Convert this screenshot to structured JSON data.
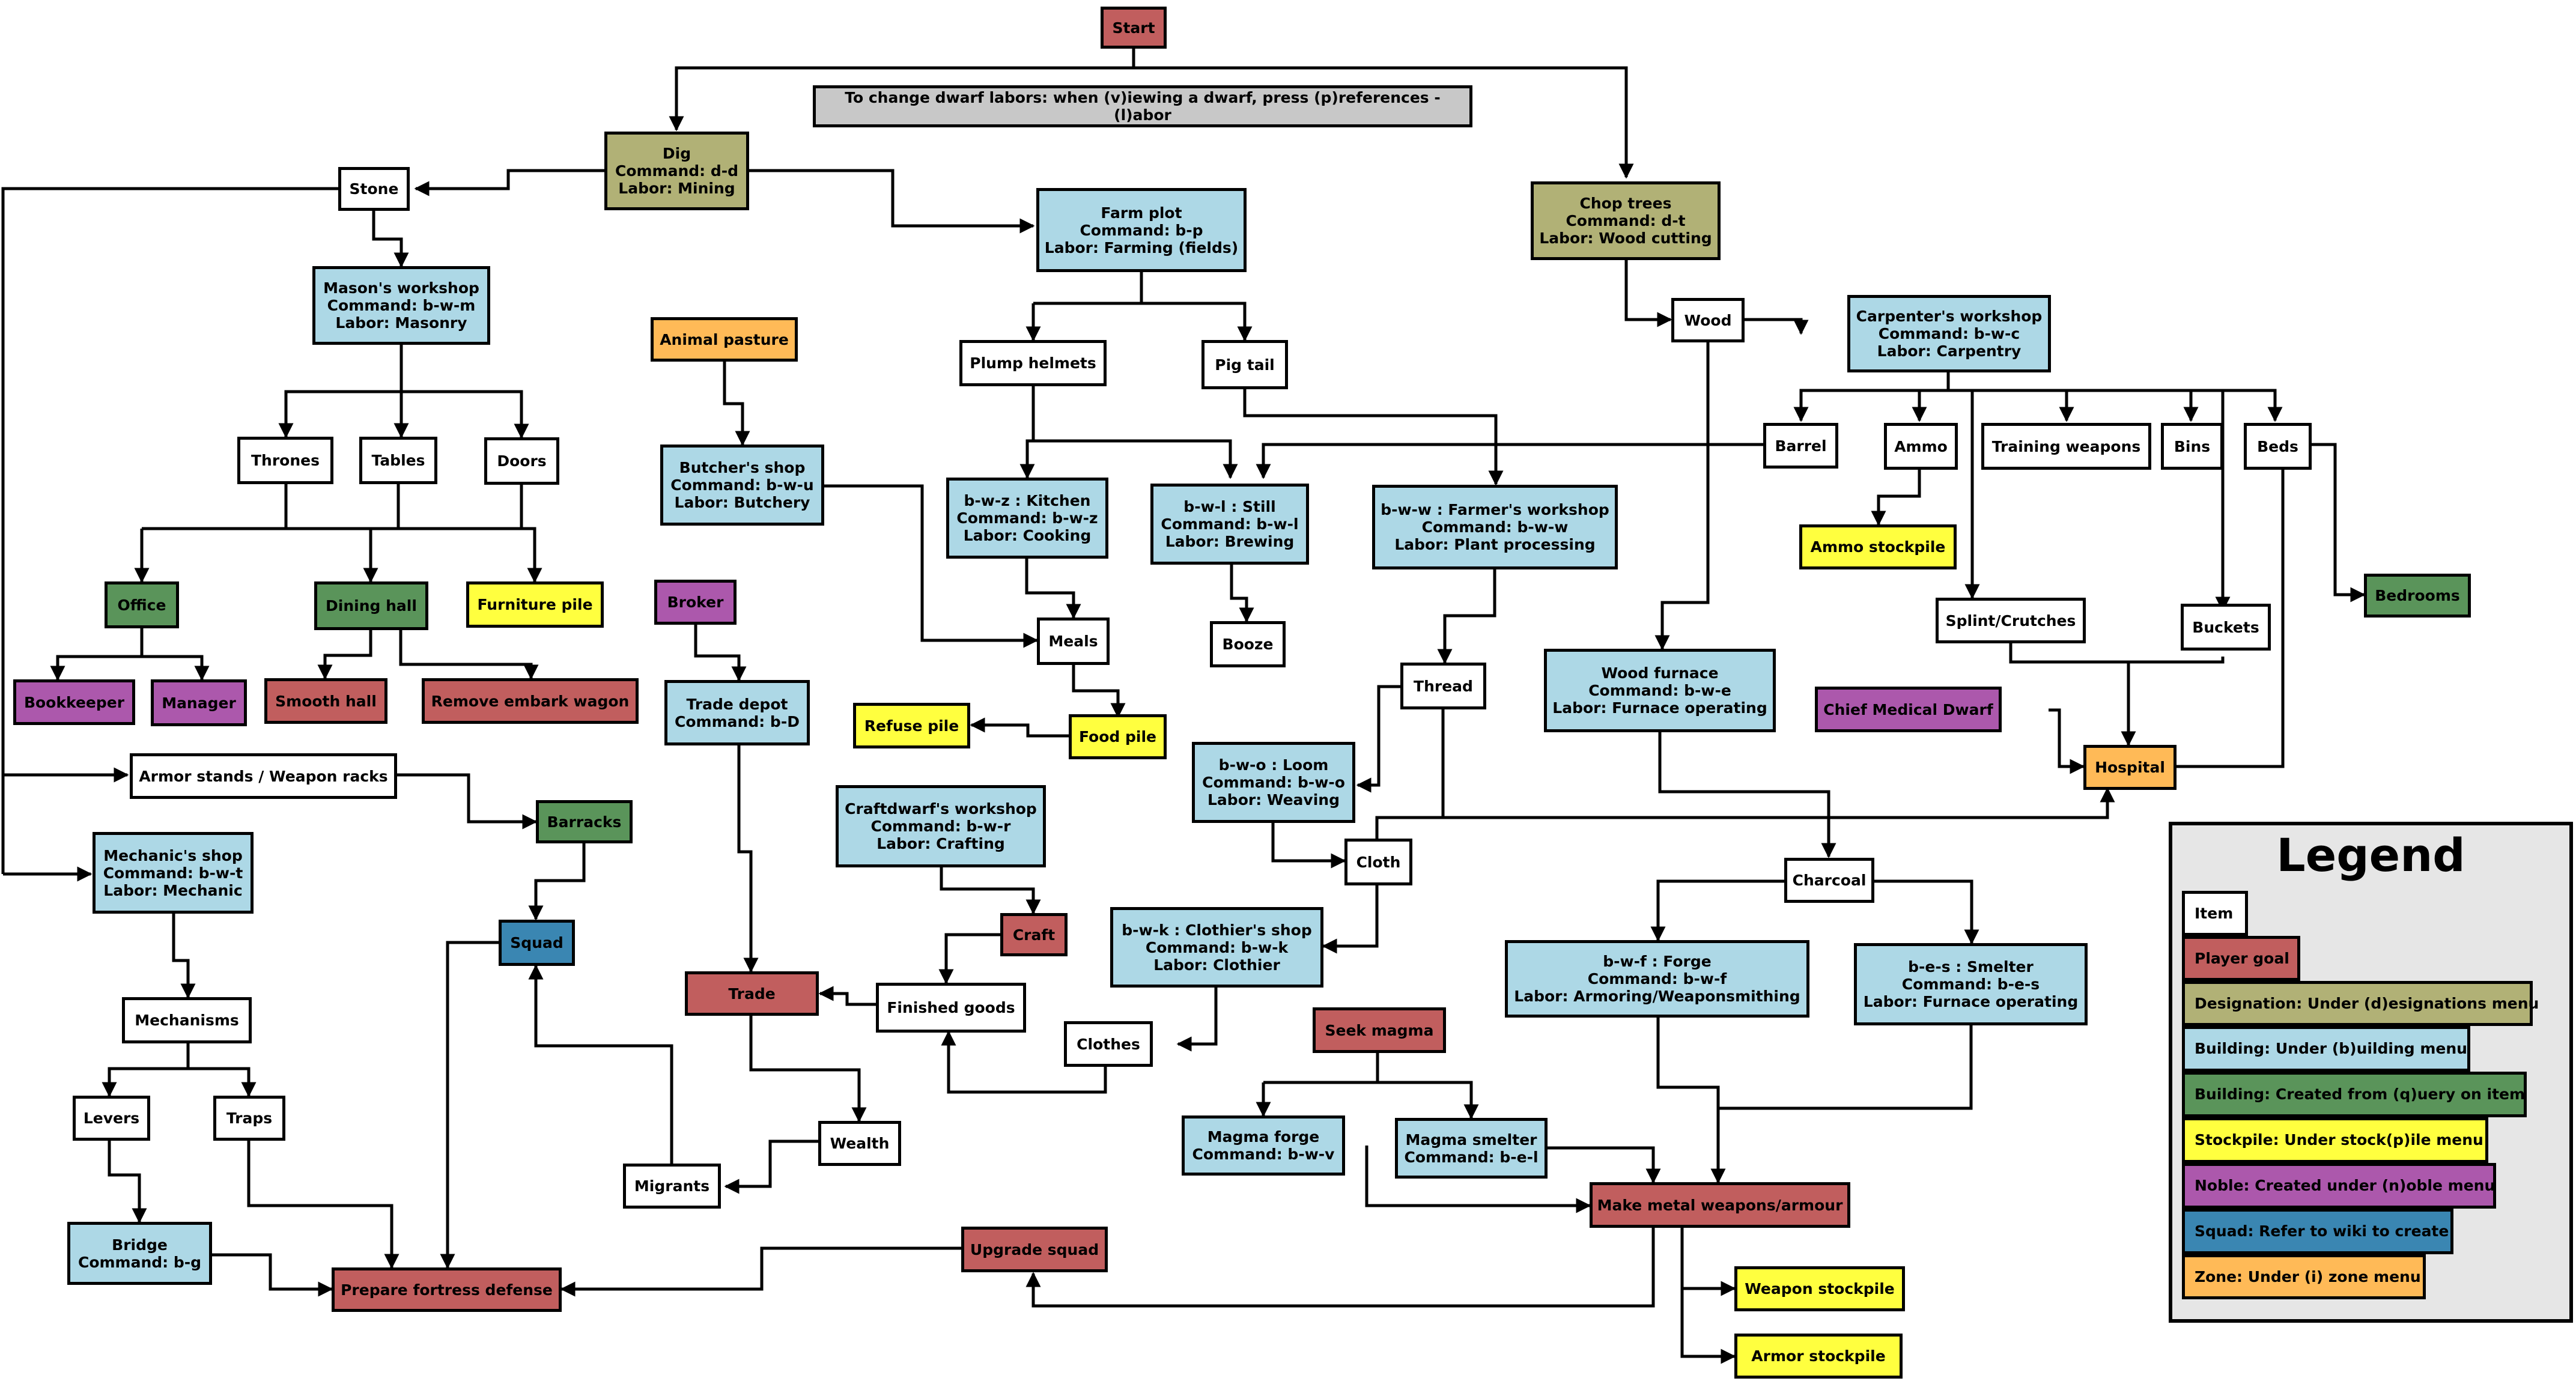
{
  "colors": {
    "item": "#ffffff",
    "goal": "#c15e5e",
    "designation": "#b1b176",
    "building": "#add8e6",
    "query": "#5a945a",
    "stockpile": "#ffff3f",
    "noble": "#ac58ac",
    "squad": "#3a86b2",
    "zone": "#ffba57",
    "note": "#c8c8c8"
  },
  "nodes": {
    "start": {
      "label": "Start",
      "kind": "goal"
    },
    "note": {
      "label": "To change dwarf labors: when (v)iewing a dwarf, press (p)references - (l)abor",
      "kind": "note"
    },
    "dig": {
      "label": "Dig\nCommand: d-d\nLabor: Mining",
      "kind": "designation"
    },
    "chop_trees": {
      "label": "Chop trees\nCommand: d-t\nLabor: Wood cutting",
      "kind": "designation"
    },
    "stone": {
      "label": "Stone",
      "kind": "item"
    },
    "farm_plot": {
      "label": "Farm plot\nCommand: b-p\nLabor: Farming (fields)",
      "kind": "building"
    },
    "masons_workshop": {
      "label": "Mason's workshop\nCommand: b-w-m\nLabor: Masonry",
      "kind": "building"
    },
    "wood": {
      "label": "Wood",
      "kind": "item"
    },
    "carpenters_workshop": {
      "label": "Carpenter's workshop\nCommand: b-w-c\nLabor: Carpentry",
      "kind": "building"
    },
    "animal_pasture": {
      "label": "Animal pasture",
      "kind": "zone"
    },
    "plump_helmets": {
      "label": "Plump helmets",
      "kind": "item"
    },
    "pig_tail": {
      "label": "Pig tail",
      "kind": "item"
    },
    "thrones": {
      "label": "Thrones",
      "kind": "item"
    },
    "tables": {
      "label": "Tables",
      "kind": "item"
    },
    "doors": {
      "label": "Doors",
      "kind": "item"
    },
    "butchers_shop": {
      "label": "Butcher's shop\nCommand: b-w-u\nLabor: Butchery",
      "kind": "building"
    },
    "kitchen": {
      "label": "b-w-z : Kitchen\nCommand: b-w-z\nLabor: Cooking",
      "kind": "building"
    },
    "still": {
      "label": "b-w-l : Still\nCommand: b-w-l\nLabor: Brewing",
      "kind": "building"
    },
    "farmers_workshop": {
      "label": "b-w-w : Farmer's workshop\nCommand: b-w-w\nLabor: Plant processing",
      "kind": "building"
    },
    "barrel": {
      "label": "Barrel",
      "kind": "item"
    },
    "ammo": {
      "label": "Ammo",
      "kind": "item"
    },
    "training_weapons": {
      "label": "Training weapons",
      "kind": "item"
    },
    "bins": {
      "label": "Bins",
      "kind": "item"
    },
    "beds": {
      "label": "Beds",
      "kind": "item"
    },
    "ammo_stockpile": {
      "label": "Ammo stockpile",
      "kind": "stockpile"
    },
    "office": {
      "label": "Office",
      "kind": "query"
    },
    "dining_hall": {
      "label": "Dining hall",
      "kind": "query"
    },
    "furniture_pile": {
      "label": "Furniture pile",
      "kind": "stockpile"
    },
    "broker": {
      "label": "Broker",
      "kind": "noble"
    },
    "meals": {
      "label": "Meals",
      "kind": "item"
    },
    "booze": {
      "label": "Booze",
      "kind": "item"
    },
    "bedrooms": {
      "label": "Bedrooms",
      "kind": "query"
    },
    "splint_crutches": {
      "label": "Splint/Crutches",
      "kind": "item"
    },
    "buckets": {
      "label": "Buckets",
      "kind": "item"
    },
    "bookkeeper": {
      "label": "Bookkeeper",
      "kind": "noble"
    },
    "manager": {
      "label": "Manager",
      "kind": "noble"
    },
    "smooth_hall": {
      "label": "Smooth hall",
      "kind": "goal"
    },
    "remove_embark_wagon": {
      "label": "Remove embark wagon",
      "kind": "goal"
    },
    "trade_depot": {
      "label": "Trade depot\nCommand: b-D",
      "kind": "building"
    },
    "thread": {
      "label": "Thread",
      "kind": "item"
    },
    "wood_furnace": {
      "label": "Wood furnace\nCommand: b-w-e\nLabor: Furnace operating",
      "kind": "building"
    },
    "chief_medical_dwarf": {
      "label": "Chief Medical Dwarf",
      "kind": "noble"
    },
    "refuse_pile": {
      "label": "Refuse pile",
      "kind": "stockpile"
    },
    "food_pile": {
      "label": "Food pile",
      "kind": "stockpile"
    },
    "hospital": {
      "label": "Hospital",
      "kind": "zone"
    },
    "armor_stands": {
      "label": "Armor stands / Weapon racks",
      "kind": "item"
    },
    "loom": {
      "label": "b-w-o : Loom\nCommand: b-w-o\nLabor: Weaving",
      "kind": "building"
    },
    "barracks": {
      "label": "Barracks",
      "kind": "query"
    },
    "craftdwarfs_workshop": {
      "label": "Craftdwarf's workshop\nCommand: b-w-r\nLabor: Crafting",
      "kind": "building"
    },
    "mechanics_shop": {
      "label": "Mechanic's shop\nCommand: b-w-t\nLabor: Mechanic",
      "kind": "building"
    },
    "cloth": {
      "label": "Cloth",
      "kind": "item"
    },
    "charcoal": {
      "label": "Charcoal",
      "kind": "item"
    },
    "craft": {
      "label": "Craft",
      "kind": "goal"
    },
    "squad": {
      "label": "Squad",
      "kind": "squad"
    },
    "clothiers_shop": {
      "label": "b-w-k : Clothier's shop\nCommand: b-w-k\nLabor: Clothier",
      "kind": "building"
    },
    "forge": {
      "label": "b-w-f : Forge\nCommand: b-w-f\nLabor: Armoring/Weaponsmithing",
      "kind": "building"
    },
    "smelter": {
      "label": "b-e-s : Smelter\nCommand: b-e-s\nLabor: Furnace operating",
      "kind": "building"
    },
    "trade": {
      "label": "Trade",
      "kind": "goal"
    },
    "finished_goods": {
      "label": "Finished goods",
      "kind": "item"
    },
    "mechanisms": {
      "label": "Mechanisms",
      "kind": "item"
    },
    "seek_magma": {
      "label": "Seek magma",
      "kind": "goal"
    },
    "clothes": {
      "label": "Clothes",
      "kind": "item"
    },
    "levers": {
      "label": "Levers",
      "kind": "item"
    },
    "traps": {
      "label": "Traps",
      "kind": "item"
    },
    "wealth": {
      "label": "Wealth",
      "kind": "item"
    },
    "magma_forge": {
      "label": "Magma forge\nCommand: b-w-v",
      "kind": "building"
    },
    "magma_smelter": {
      "label": "Magma smelter\nCommand: b-e-l",
      "kind": "building"
    },
    "migrants": {
      "label": "Migrants",
      "kind": "item"
    },
    "make_metal": {
      "label": "Make metal weapons/armour",
      "kind": "goal"
    },
    "bridge": {
      "label": "Bridge\nCommand: b-g",
      "kind": "building"
    },
    "upgrade_squad": {
      "label": "Upgrade squad",
      "kind": "goal"
    },
    "prepare_defense": {
      "label": "Prepare fortress defense",
      "kind": "goal"
    },
    "weapon_stockpile": {
      "label": "Weapon stockpile",
      "kind": "stockpile"
    },
    "armor_stockpile": {
      "label": "Armor stockpile",
      "kind": "stockpile"
    }
  },
  "legend": {
    "title": "Legend",
    "items": [
      {
        "label": "Item",
        "kind": "item"
      },
      {
        "label": "Player goal",
        "kind": "goal"
      },
      {
        "label": "Designation: Under (d)esignations menu",
        "kind": "designation"
      },
      {
        "label": "Building: Under (b)uilding menu",
        "kind": "building"
      },
      {
        "label": "Building: Created from (q)uery on item",
        "kind": "query"
      },
      {
        "label": "Stockpile: Under stock(p)ile menu",
        "kind": "stockpile"
      },
      {
        "label": "Noble: Created under (n)oble menu",
        "kind": "noble"
      },
      {
        "label": "Squad: Refer to wiki to create",
        "kind": "squad"
      },
      {
        "label": "Zone: Under (i) zone menu",
        "kind": "zone"
      }
    ]
  }
}
